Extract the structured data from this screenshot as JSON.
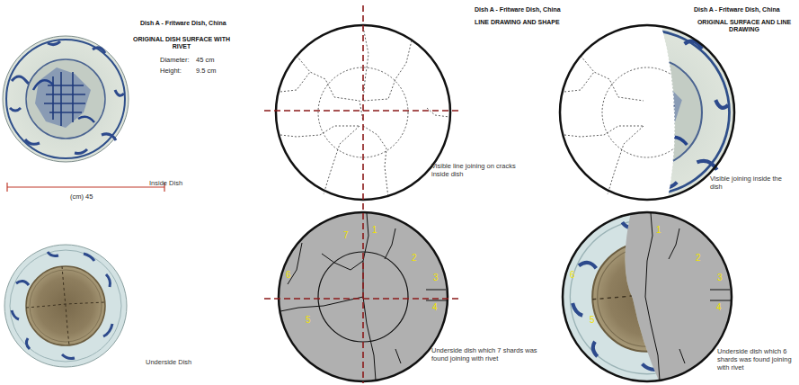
{
  "diagram": {
    "labels": [
      "Dish A - Fritware Dish, China",
      "ORIGINAL DISH SURFACE WITH RIVET",
      "Diameter:",
      "45 cm",
      "Height:",
      "9.5 cm",
      "Inside Dish",
      "(cm) 45",
      "Underside Dish",
      "Dish A - Fritware Dish, China",
      "LINE DRAWING AND SHAPE",
      "Visible line joining on cracks inside dish",
      "Underside dish which 7 shards was found joining with rivet",
      "7",
      "1",
      "2",
      "6",
      "3",
      "4",
      "5",
      "Dish A - Fritware Dish, China",
      "ORIGINAL SURFACE AND LINE DRAWING",
      "Visible joining inside the dish",
      "Underside dish which 6 shards was found joining with rivet",
      "1",
      "2",
      "6",
      "3",
      "4",
      "5"
    ]
  }
}
